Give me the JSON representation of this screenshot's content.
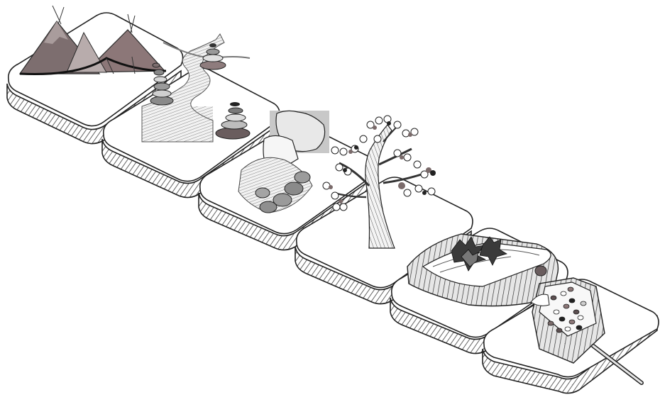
{
  "colors": {
    "ink": "#222222",
    "mauve": "#7a6a6a",
    "mauve_dark": "#5c4f50",
    "stone_gray": "#8c8c8c",
    "stone_light": "#cfcfcf",
    "leaf_dark": "#3a3a3a",
    "paper": "#ffffff",
    "hatch": "#444444"
  },
  "steps": [
    {
      "id": 1,
      "icon": "mountain-tipi-icon"
    },
    {
      "id": 2,
      "icon": "river-cairn-icon"
    },
    {
      "id": 3,
      "icon": "hand-scraping-icon"
    },
    {
      "id": 4,
      "icon": "flowering-tree-icon"
    },
    {
      "id": 5,
      "icon": "leaves-on-log-icon"
    },
    {
      "id": 6,
      "icon": "bean-box-icon"
    }
  ]
}
